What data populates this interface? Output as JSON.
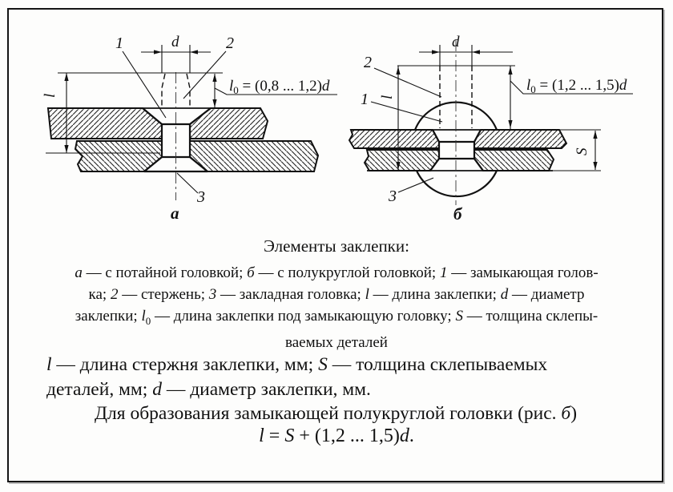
{
  "colors": {
    "ink": "#111111",
    "paper": "#fdfdfc"
  },
  "figure": {
    "diagram_a": {
      "caption": "а",
      "part1": "1",
      "part2": "2",
      "part3": "3",
      "dim_d": "d",
      "dim_l": "l",
      "l0": {
        "v": "l",
        "sub": "0",
        "mid": " = (0,8 ... 1,2)",
        "d": "d"
      }
    },
    "diagram_b": {
      "caption": "б",
      "part1": "1",
      "part2": "2",
      "part3": "3",
      "dim_d": "d",
      "dim_l": "l",
      "dim_s": "S",
      "l0": {
        "v": "l",
        "sub": "0",
        "mid": " = (1,2 ... 1,5)",
        "d": "d"
      }
    }
  },
  "caption": {
    "title": "Элементы заклепки:",
    "lines": [
      [
        {
          "t": "а",
          "i": 1
        },
        {
          "t": " — с потайной головкой; "
        },
        {
          "t": "б",
          "i": 1
        },
        {
          "t": " — с полукруглой головкой; "
        },
        {
          "t": "1",
          "i": 1
        },
        {
          "t": " — замыкающая голов-"
        }
      ],
      [
        {
          "t": "ка; "
        },
        {
          "t": "2",
          "i": 1
        },
        {
          "t": " — стержень; "
        },
        {
          "t": "3",
          "i": 1
        },
        {
          "t": " — закладная головка; "
        },
        {
          "t": "l",
          "i": 1
        },
        {
          "t": " — длина заклепки; "
        },
        {
          "t": "d",
          "i": 1
        },
        {
          "t": " — диаметр"
        }
      ],
      [
        {
          "t": "заклепки; "
        },
        {
          "t": "l",
          "i": 1
        },
        {
          "t": "0",
          "sub": 1
        },
        {
          "t": " — длина заклепки под замыкающую головку; "
        },
        {
          "t": "S",
          "i": 1
        },
        {
          "t": " — толщина склепы-"
        }
      ],
      [
        {
          "t": "ваемых деталей"
        }
      ]
    ]
  },
  "definitions": {
    "lines": [
      [
        {
          "t": "l",
          "i": 1
        },
        {
          "t": " — длина стержня заклепки, мм; "
        },
        {
          "t": "S",
          "i": 1
        },
        {
          "t": " — толщина склепываемых"
        }
      ],
      [
        {
          "t": "деталей, мм; "
        },
        {
          "t": "d",
          "i": 1
        },
        {
          "t": " — диаметр заклепки, мм."
        }
      ]
    ]
  },
  "statement": [
    {
      "t": "Для образования замыкающей полукруглой головки (рис. "
    },
    {
      "t": "б",
      "i": 1
    },
    {
      "t": ")"
    }
  ],
  "formula": [
    {
      "t": "l",
      "i": 1
    },
    {
      "t": " = "
    },
    {
      "t": "S",
      "i": 1
    },
    {
      "t": " + (1,2 ... 1,5)"
    },
    {
      "t": "d",
      "i": 1
    },
    {
      "t": "."
    }
  ]
}
